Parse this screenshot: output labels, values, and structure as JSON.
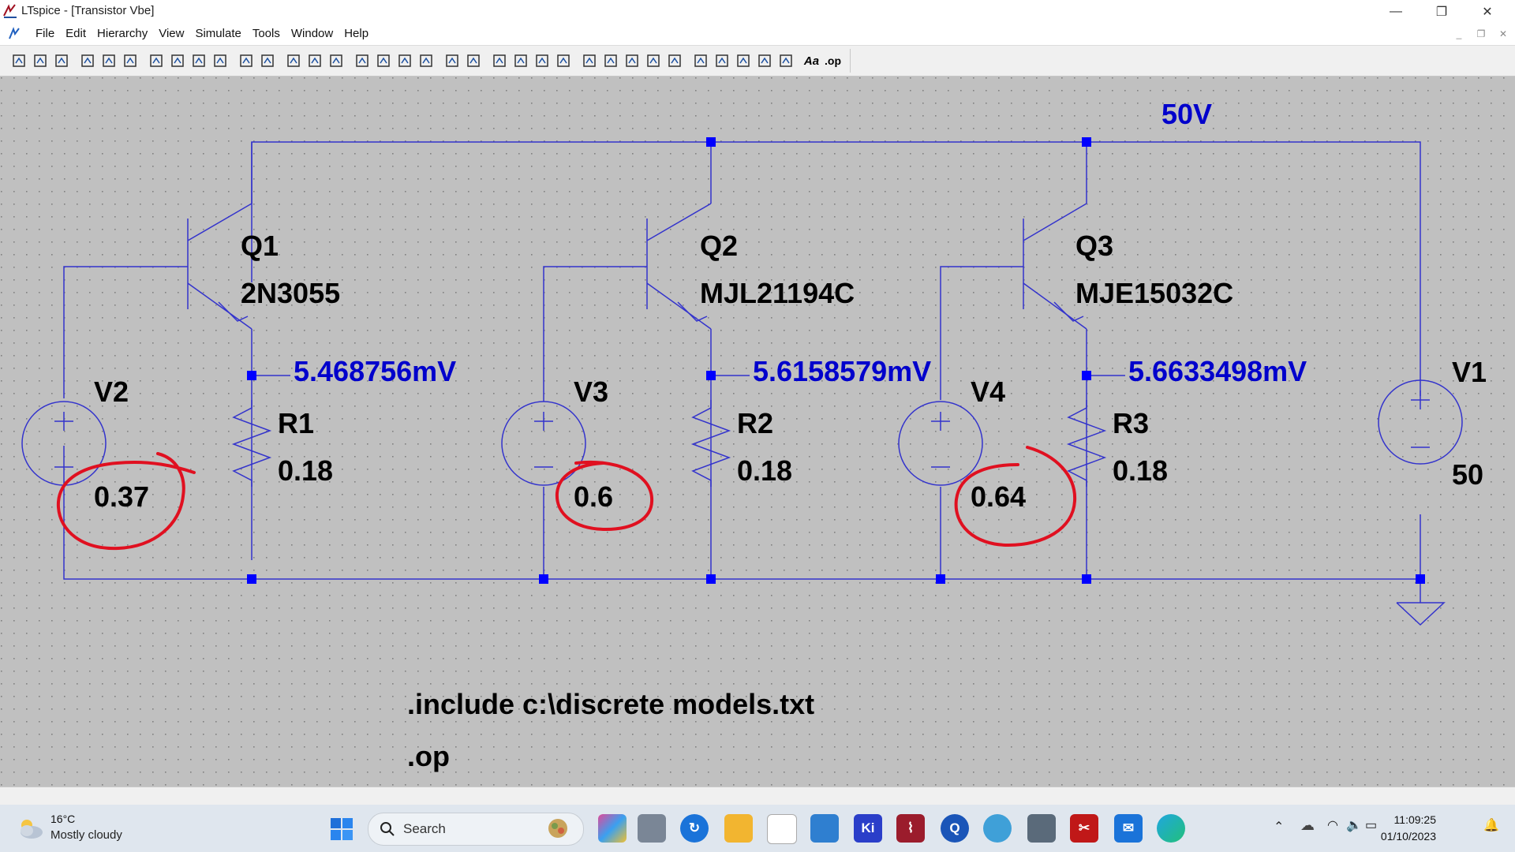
{
  "window": {
    "title": "LTspice - [Transistor Vbe]",
    "minimize": "—",
    "restore": "❐",
    "close": "✕"
  },
  "menu": {
    "items": [
      "File",
      "Edit",
      "Hierarchy",
      "View",
      "Simulate",
      "Tools",
      "Window",
      "Help"
    ]
  },
  "toolbar": {
    "icons": [
      "run-icon",
      "open-icon",
      "save-icon",
      "control-panel-icon",
      "halt-icon",
      "pan-icon",
      "zoom-in-icon",
      "zoom-area-icon",
      "zoom-out-icon",
      "zoom-fit-icon",
      "waveform-icon",
      "autorange-icon",
      "tile-horizontal-icon",
      "cascade-icon",
      "tile-vertical-icon",
      "cut-icon",
      "copy-icon",
      "paste-icon",
      "find-icon",
      "print-icon",
      "print-preview-icon",
      "wire-icon",
      "ground-icon",
      "label-net-icon",
      "resistor-icon",
      "capacitor-icon",
      "inductor-icon",
      "diode-icon",
      "component-icon",
      "move-icon",
      "drag-icon",
      "undo-icon",
      "redo-icon",
      "rotate-icon",
      "mirror-icon",
      "text-icon",
      "spice-directive-icon"
    ],
    "text_label": "Aa",
    "spice_label": ".op"
  },
  "schematic": {
    "colors": {
      "wire": "#3333cc",
      "node": "#0000ff",
      "background": "#c0c0c0",
      "text": "#000000",
      "annotation": "#e01020"
    },
    "supply_label": "50V",
    "transistors": [
      {
        "ref": "Q1",
        "model": "2N3055"
      },
      {
        "ref": "Q2",
        "model": "MJL21194C"
      },
      {
        "ref": "Q3",
        "model": "MJE15032C"
      }
    ],
    "emitter_voltages": [
      "5.468756mV",
      "5.6158579mV",
      "5.6633498mV"
    ],
    "resistors": [
      {
        "ref": "R1",
        "value": "0.18"
      },
      {
        "ref": "R2",
        "value": "0.18"
      },
      {
        "ref": "R3",
        "value": "0.18"
      }
    ],
    "sources": [
      {
        "ref": "V2",
        "value": "0.37"
      },
      {
        "ref": "V3",
        "value": "0.6"
      },
      {
        "ref": "V4",
        "value": "0.64"
      },
      {
        "ref": "V1",
        "value": "50"
      }
    ],
    "directives": [
      ".include c:\\discrete models.txt",
      ".op"
    ]
  },
  "taskbar": {
    "weather_temp": "16°C",
    "weather_desc": "Mostly cloudy",
    "search_label": "Search",
    "ltspice_app_label": "Ki",
    "clock_time": "11:09:25",
    "clock_date": "01/10/2023"
  }
}
